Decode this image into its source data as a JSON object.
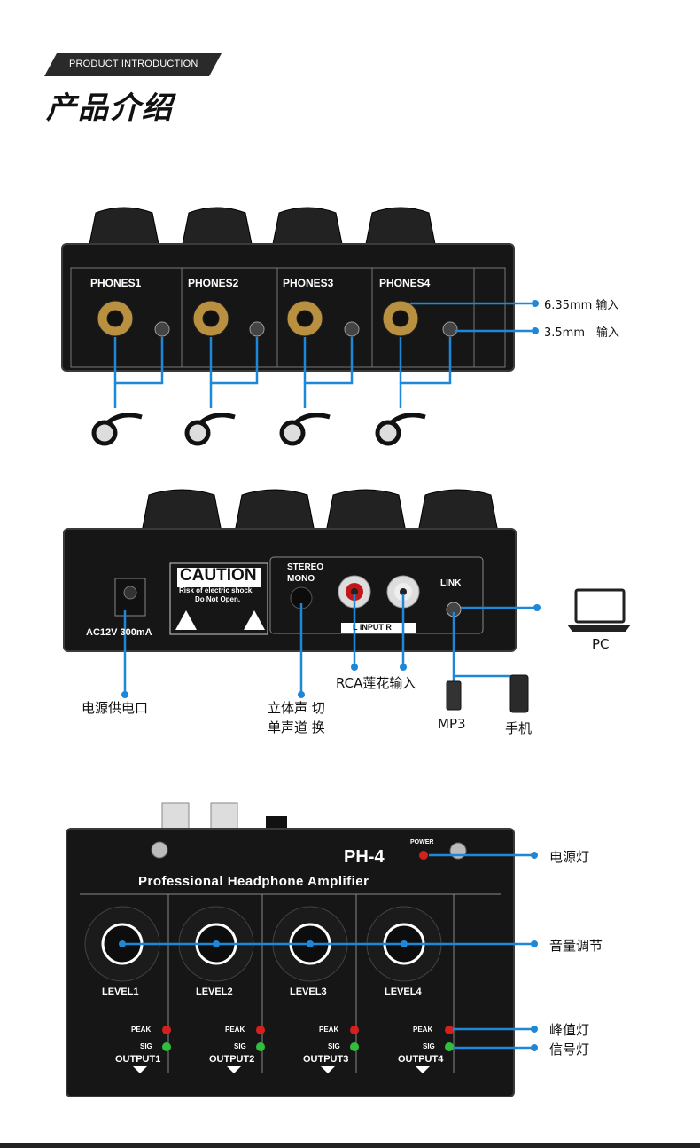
{
  "header": {
    "tag": "PRODUCT INTRODUCTION",
    "title": "产品介绍"
  },
  "front": {
    "phones": [
      "PHONES1",
      "PHONES2",
      "PHONES3",
      "PHONES4"
    ],
    "callout_635": "6.35mm 输入",
    "callout_35": "3.5mm　输入"
  },
  "rear": {
    "power_label": "AC12V 300mA",
    "caution_title": "CAUTION",
    "caution_line1": "Risk of electric shock.",
    "caution_line2": "Do Not Open.",
    "stereo": "STEREO",
    "mono": "MONO",
    "link": "LINK",
    "input_lr": "L INPUT R",
    "callout_power": "电源供电口",
    "callout_switch_1": "立体声 切",
    "callout_switch_2": "单声道 换",
    "callout_rca": "RCA莲花输入",
    "pc": "PC",
    "mp3": "MP3",
    "phone": "手机"
  },
  "top": {
    "model": "PH-4",
    "power": "POWER",
    "product_name": "Professional Headphone Amplifier",
    "levels": [
      "LEVEL1",
      "LEVEL2",
      "LEVEL3",
      "LEVEL4"
    ],
    "outputs": [
      "OUTPUT1",
      "OUTPUT2",
      "OUTPUT3",
      "OUTPUT4"
    ],
    "peak": "PEAK",
    "sig": "SIG",
    "callout_power_led": "电源灯",
    "callout_volume": "音量调节",
    "callout_peak": "峰值灯",
    "callout_sig": "信号灯"
  },
  "colors": {
    "accent": "#1e88d8",
    "panel": "#141414",
    "led_red": "#d62020",
    "led_green": "#2fbf3a"
  }
}
